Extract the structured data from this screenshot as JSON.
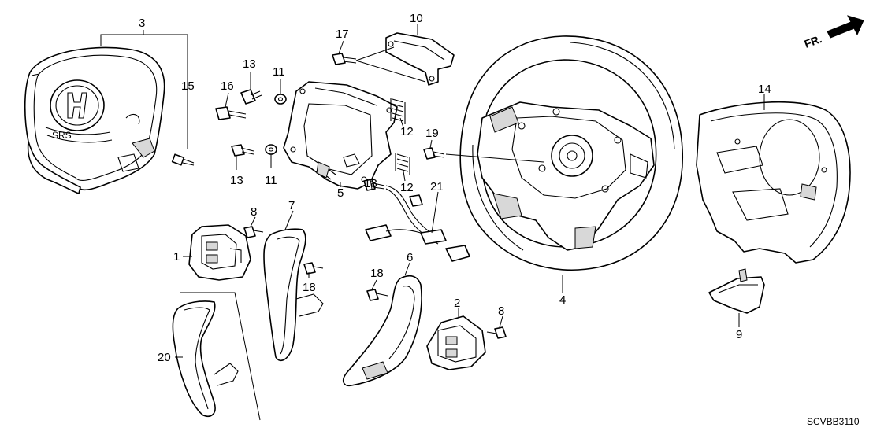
{
  "callouts": {
    "c1": "1",
    "c2": "2",
    "c3": "3",
    "c4": "4",
    "c5": "5",
    "c6": "6",
    "c7": "7",
    "c8a": "8",
    "c8b": "8",
    "c9": "9",
    "c10": "10",
    "c11a": "11",
    "c11b": "11",
    "c12a": "12",
    "c12b": "12",
    "c13a": "13",
    "c13b": "13",
    "c14": "14",
    "c15": "15",
    "c16": "16",
    "c17": "17",
    "c18a": "18",
    "c18b": "18",
    "c18c": "18",
    "c19": "19",
    "c20": "20",
    "c21": "21"
  },
  "direction_label": "FR.",
  "diagram_ref": "SCVBB3110",
  "airbag_badge": "SRS"
}
